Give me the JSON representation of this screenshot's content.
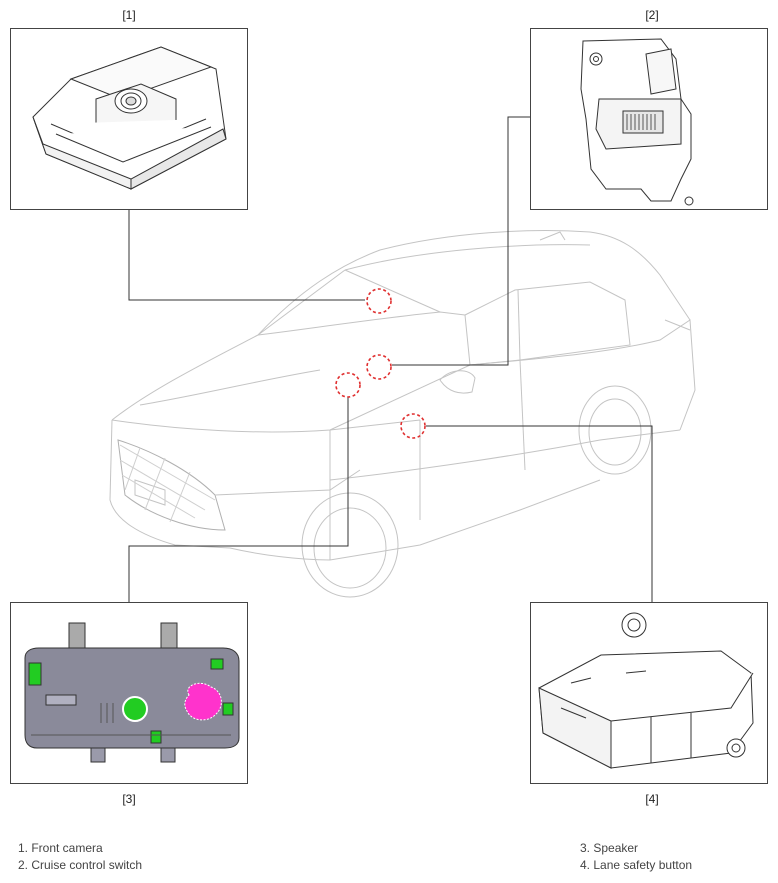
{
  "panels": [
    {
      "marker": "[1]"
    },
    {
      "marker": "[2]"
    },
    {
      "marker": "[3]"
    },
    {
      "marker": "[4]"
    }
  ],
  "captions": [
    "1. Front camera",
    "2. Cruise control switch",
    "3. Speaker",
    "4. Lane safety button"
  ],
  "colors": {
    "line": "#333333",
    "callout_circle": "#e03030",
    "highlight_magenta": "#ff33cc",
    "pcb_green": "#22cc22",
    "board_gray": "#8a8a9a",
    "car_outline": "#bbbbbb"
  }
}
